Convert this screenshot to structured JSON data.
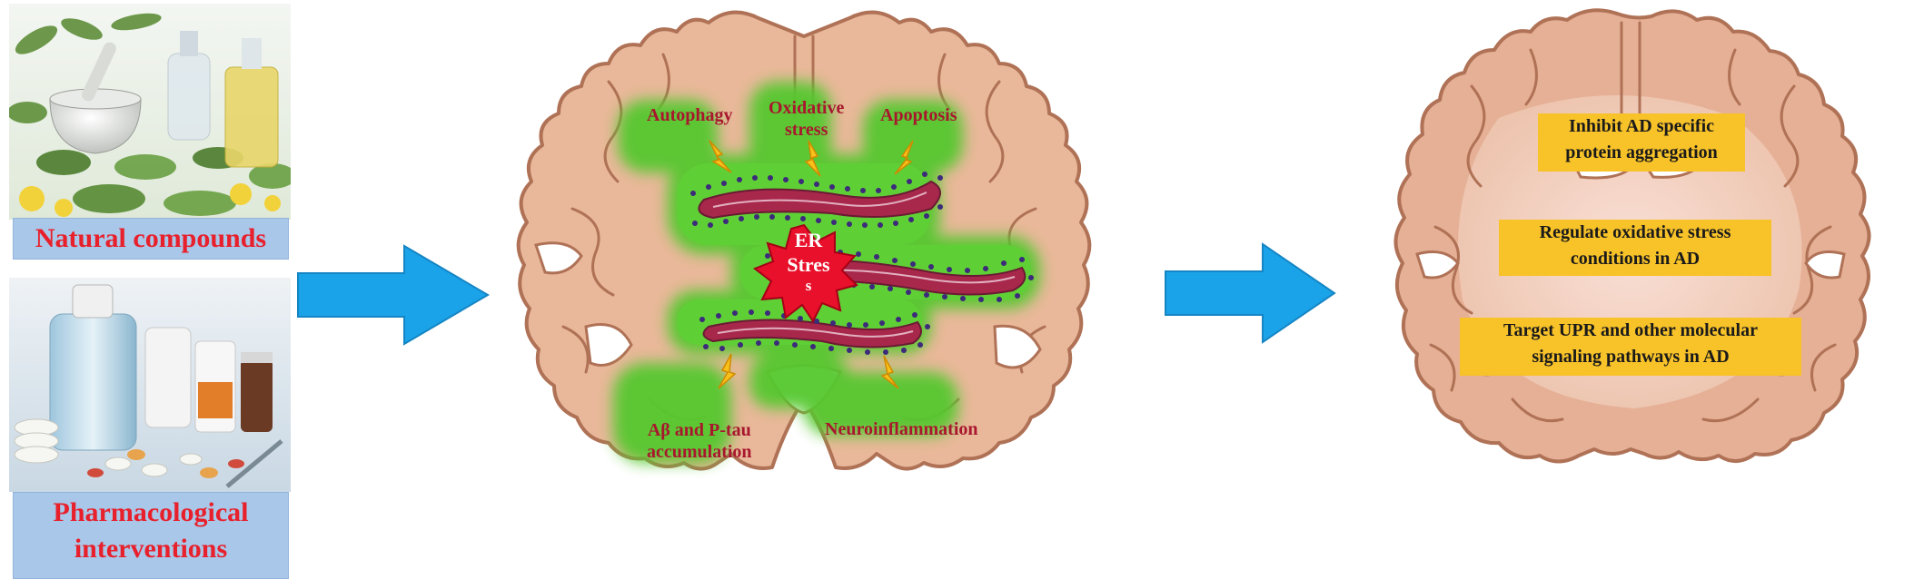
{
  "left": {
    "natural_label": "Natural compounds",
    "pharma_label_line1": "Pharmacological",
    "pharma_label_line2": "interventions"
  },
  "center": {
    "stressors_top": [
      "Autophagy",
      "Oxidative",
      "stress",
      "Apoptosis"
    ],
    "stressors_bottom": [
      "Aβ and P-tau",
      "accumulation",
      "Neuroinflammation"
    ],
    "er_stress_lines": [
      "ER",
      "Stres",
      "s"
    ]
  },
  "right": {
    "targets": [
      {
        "line1": "Inhibit AD specific",
        "line2": "protein aggregation"
      },
      {
        "line1": "Regulate oxidative stress",
        "line2": "conditions in AD"
      },
      {
        "line1": "Target UPR and other molecular",
        "line2": "signaling pathways in AD"
      }
    ]
  },
  "colors": {
    "arrow": "#1aa3e8",
    "brain_tissue": "#e9b89a",
    "brain_outline": "#b07256",
    "glow": "#4ec229",
    "er_star": "#e8102a",
    "target_box": "#f8c229",
    "caption_bg": "#a9c7e8",
    "caption_text": "#e8202c"
  }
}
